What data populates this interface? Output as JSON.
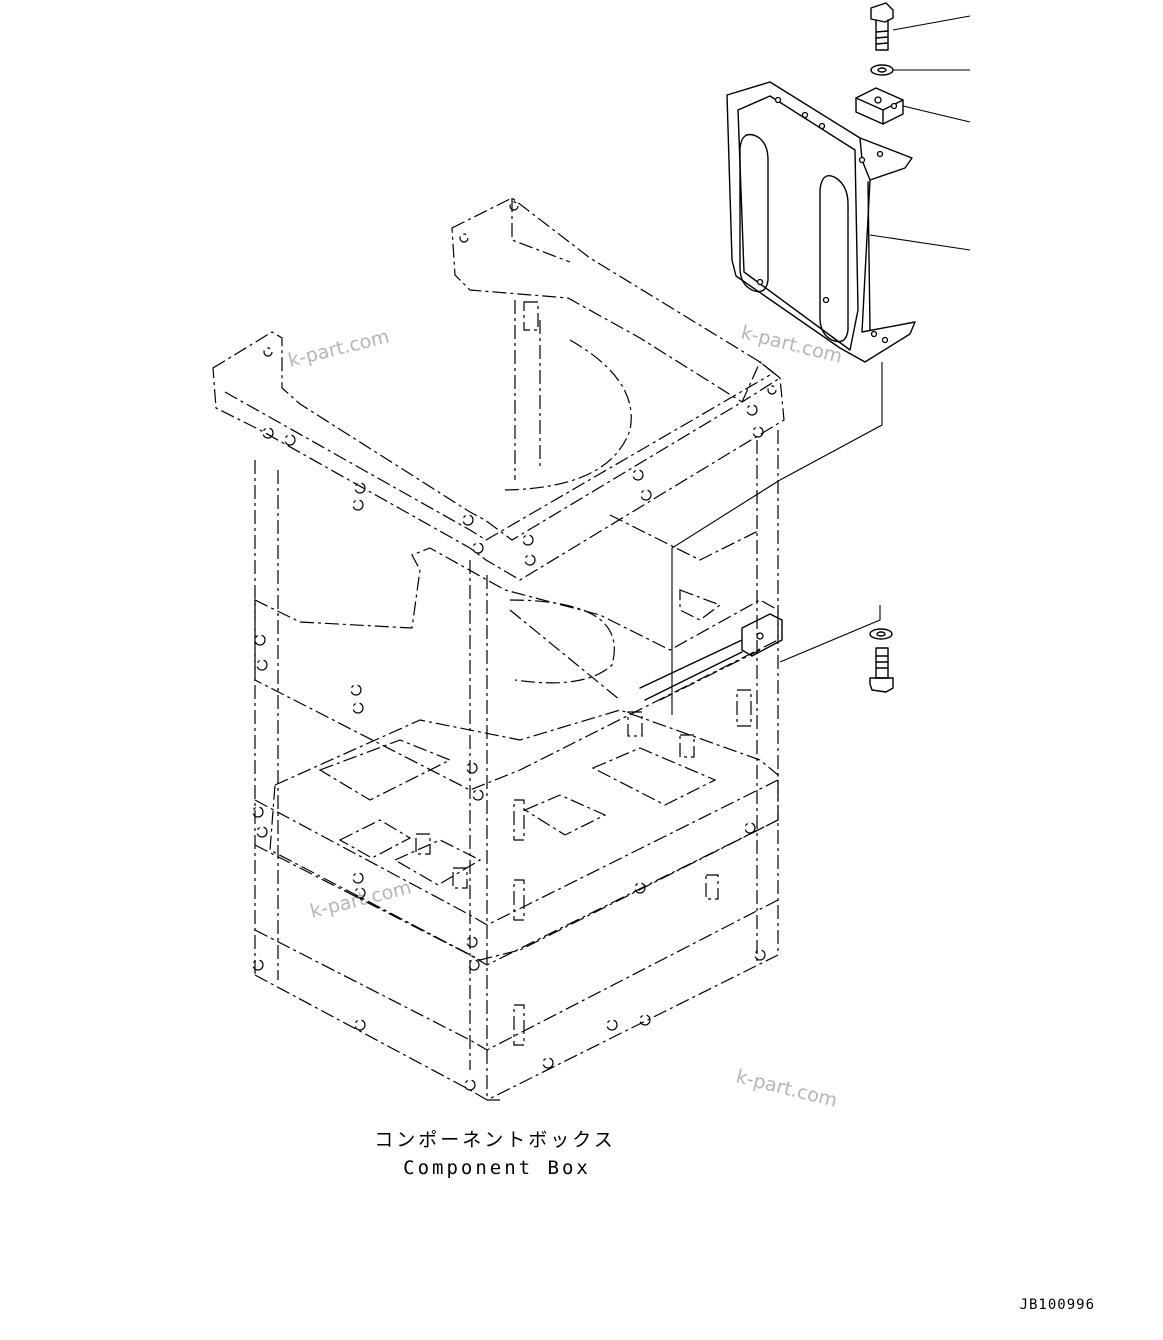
{
  "caption": {
    "japanese": "コンポーネントボックス",
    "english": "Component Box"
  },
  "drawing_code": "JB100996",
  "watermarks": [
    "k-part.com",
    "k-part.com",
    "k-part.com",
    "k-part.com"
  ]
}
